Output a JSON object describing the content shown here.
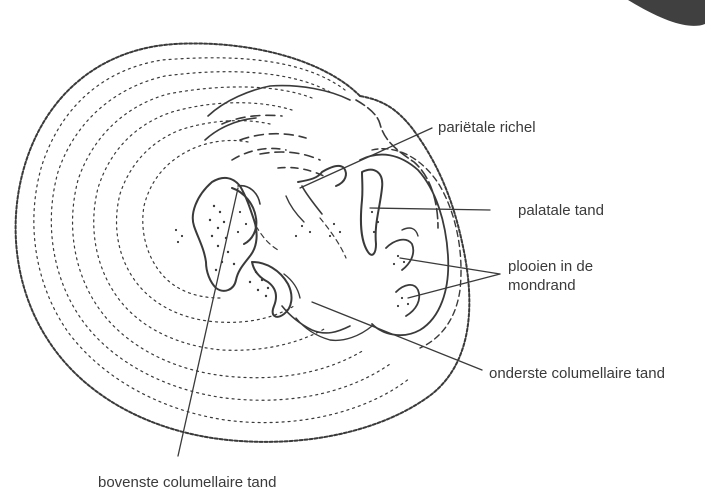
{
  "figure": {
    "labels": {
      "parietale_richel": "pariëtale richel",
      "palatale_tand": "palatale tand",
      "plooien_in_de_mondrand": "plooien in de mondrand",
      "onderste_columellaire_tand": "onderste columellaire tand",
      "bovenste_columellaire_tand": "bovenste columellaire tand"
    },
    "colors": {
      "ink": "#3a3a3a",
      "paper": "#ffffff",
      "shadow": "#404040"
    }
  }
}
